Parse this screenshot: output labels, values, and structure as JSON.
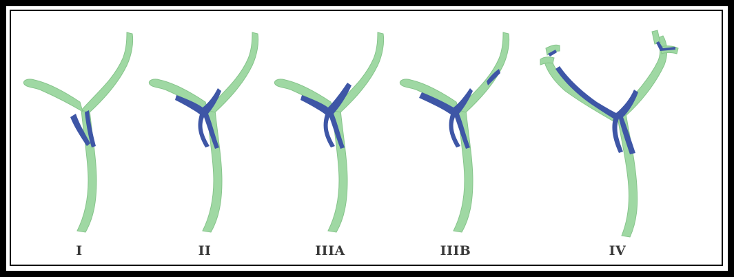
{
  "figure": {
    "panels": [
      {
        "id": "type-1",
        "label": "I"
      },
      {
        "id": "type-2",
        "label": "II"
      },
      {
        "id": "type-3a",
        "label": "IIIA"
      },
      {
        "id": "type-3b",
        "label": "IIIB"
      },
      {
        "id": "type-4",
        "label": "IV"
      }
    ]
  },
  "colors": {
    "duct": "#9fd8a3",
    "duct_edge": "#7cc083",
    "lesion": "#3e56a6",
    "frame": "#000000",
    "label": "#3a3a3a"
  }
}
